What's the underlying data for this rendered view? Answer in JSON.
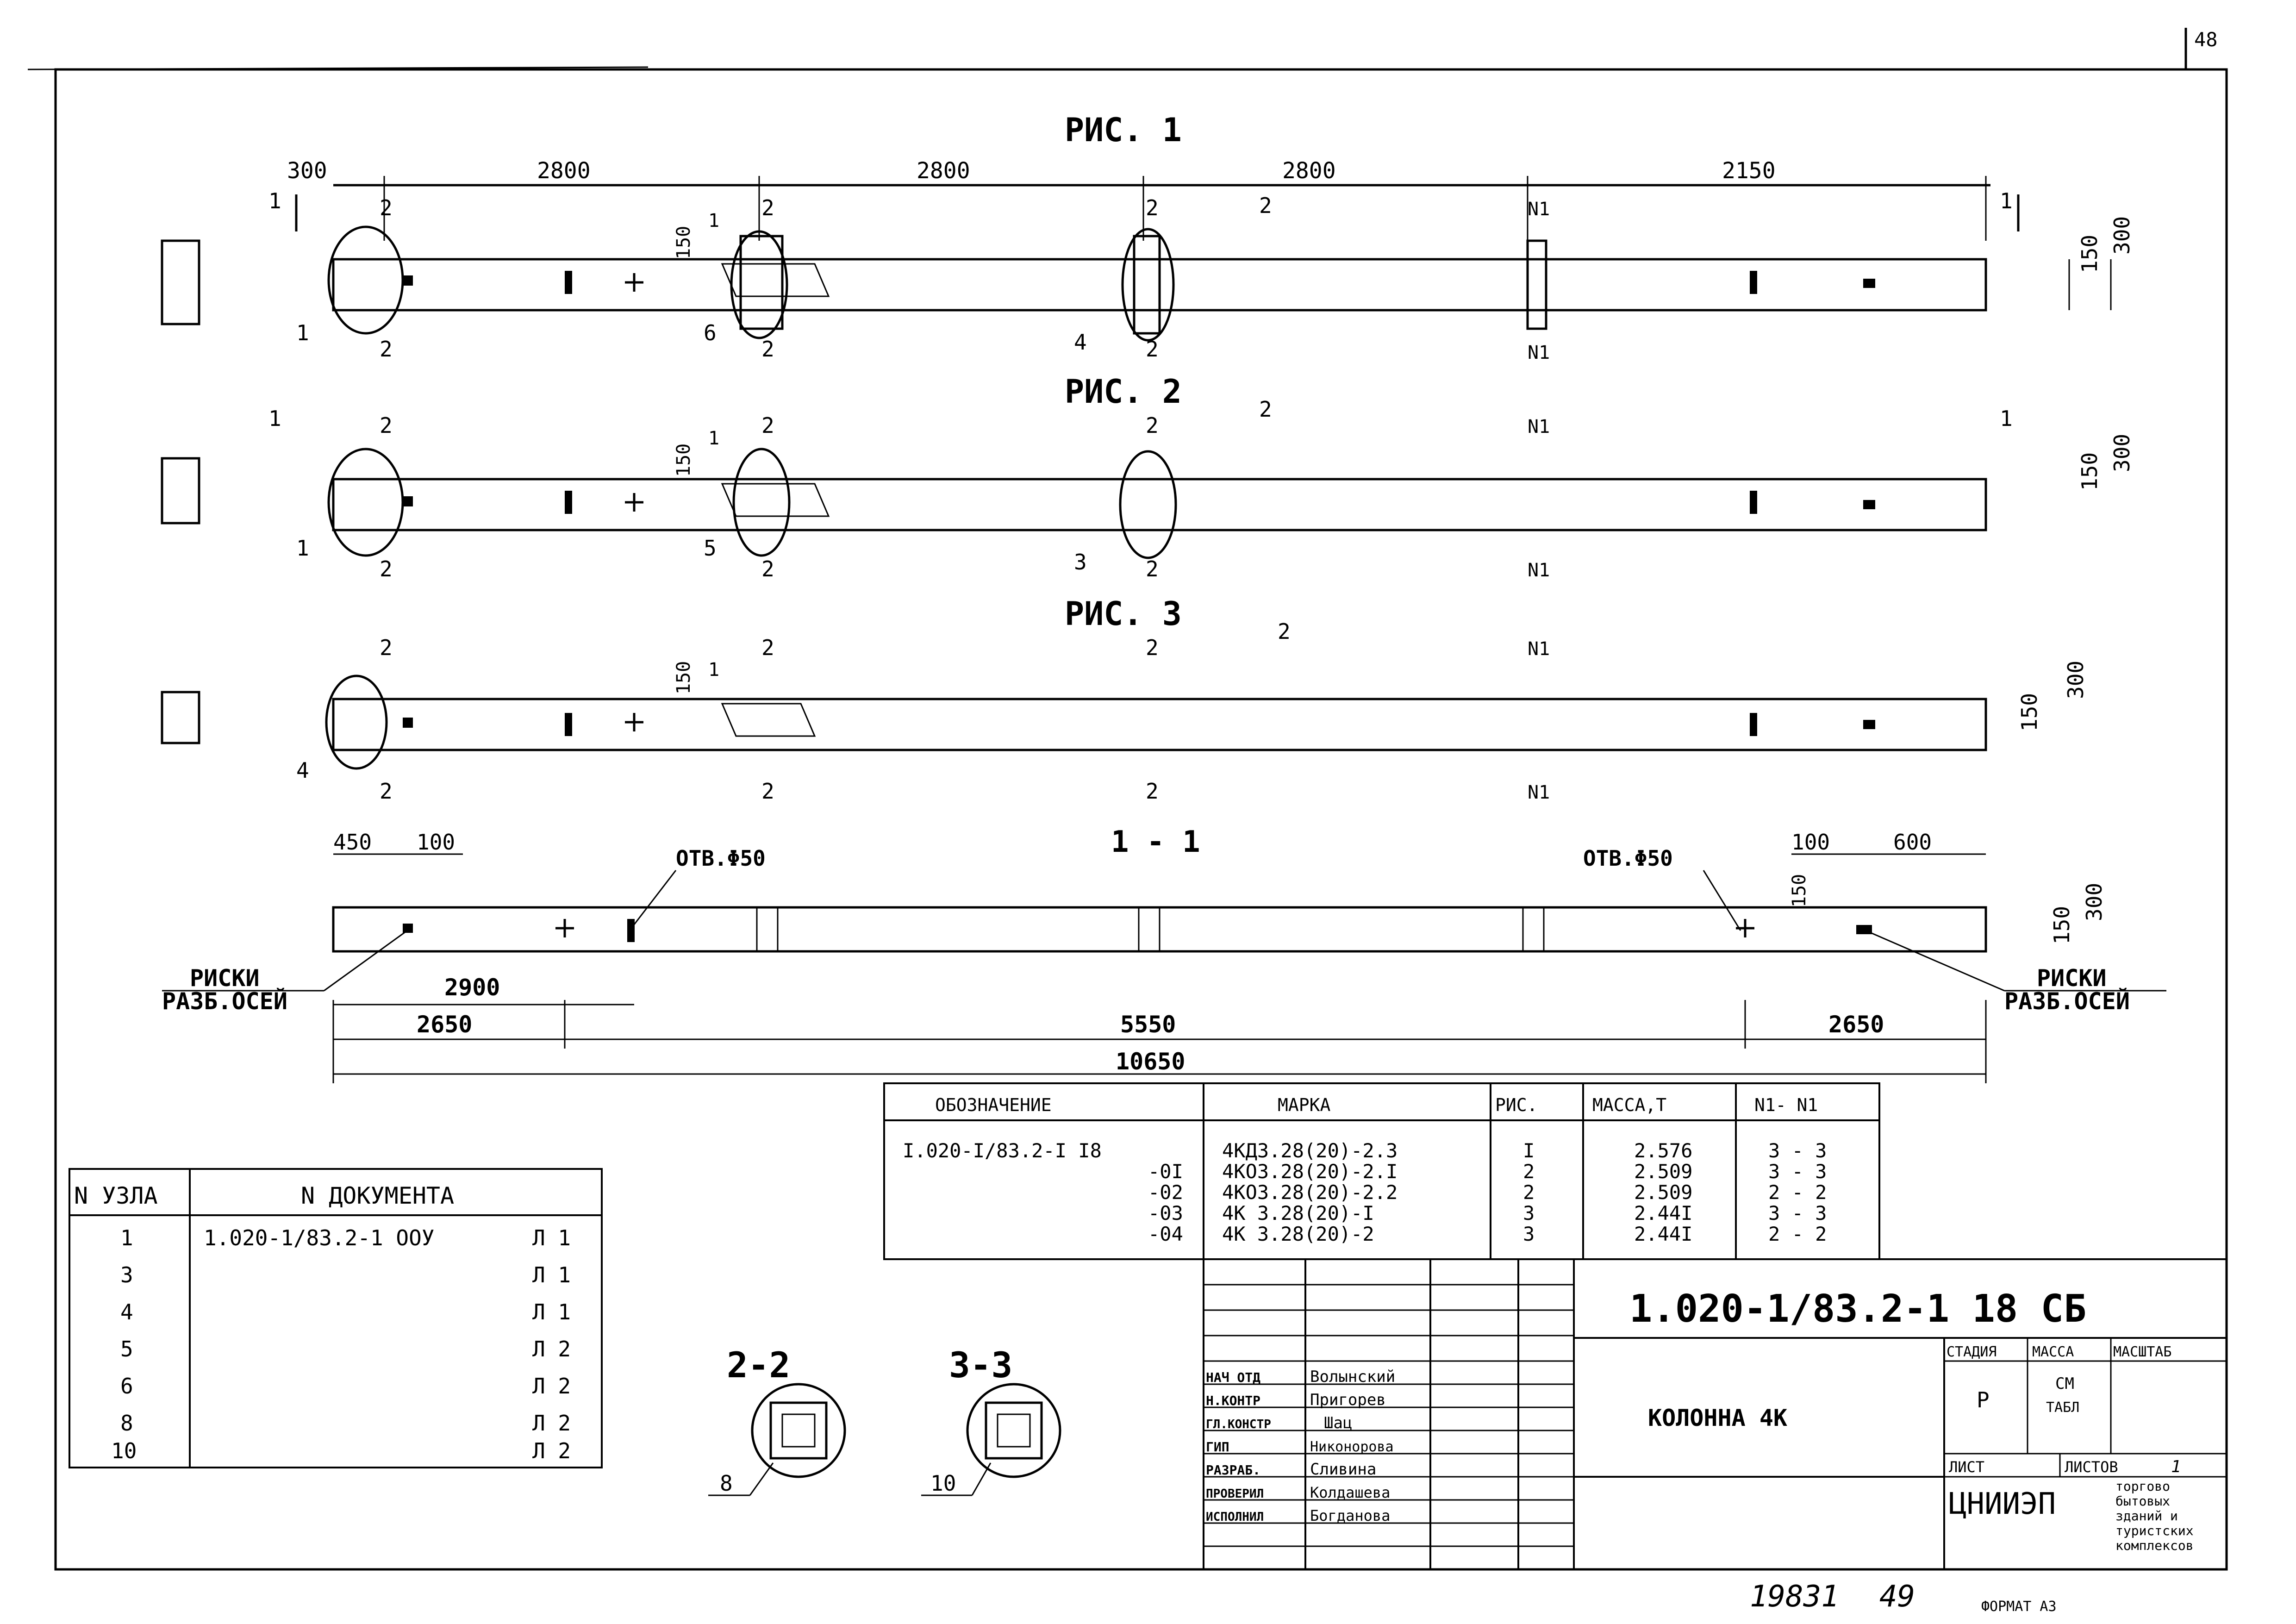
{
  "sheet": {
    "page_number": "48",
    "bottom_left_number": "19831",
    "bottom_right_number": "49",
    "format_label": "ФОРМАТ А3"
  },
  "figures": {
    "fig1_title": "РИС. 1",
    "fig2_title": "РИС. 2",
    "fig3_title": "РИС. 3"
  },
  "labels": {
    "section_1_1": "1 - 1",
    "cut_1": "1",
    "cut_2": "2",
    "cut_n1": "N1",
    "pos_1": "1",
    "pos_2": "2",
    "pos_3": "3",
    "pos_4": "4",
    "pos_5": "5",
    "pos_6": "6",
    "hole": "ОТВ.Φ50",
    "marks_l1": "РИСКИ",
    "marks_l2": "РАЗБ.ОСЕЙ",
    "section_2_2": "2-2",
    "section_3_3": "3-3",
    "node_8": "8",
    "node_10": "10"
  },
  "dims": {
    "d300": "300",
    "d2800": "2800",
    "d2150": "2150",
    "d150": "150",
    "d450": "450",
    "d100": "100",
    "d600": "600",
    "d2900": "2900",
    "d2650": "2650",
    "d5550": "5550",
    "d10650": "10650"
  },
  "spec_table": {
    "headers": [
      "ОБОЗНАЧЕНИЕ",
      "МАРКА",
      "РИС.",
      "МАССА,Т",
      "N1- N1"
    ],
    "rows": [
      [
        "I.020-I/83.2-I I8",
        "4КД3.28(20)-2.3",
        "I",
        "2.576",
        "3 - 3"
      ],
      [
        "-0I",
        "4КО3.28(20)-2.I",
        "2",
        "2.509",
        "3 - 3"
      ],
      [
        "-02",
        "4КО3.28(20)-2.2",
        "2",
        "2.509",
        "2 - 2"
      ],
      [
        "-03",
        "4К 3.28(20)-I",
        "3",
        "2.44I",
        "3 - 3"
      ],
      [
        "-04",
        "4К 3.28(20)-2",
        "3",
        "2.44I",
        "2 - 2"
      ]
    ]
  },
  "node_table": {
    "headers": [
      "N УЗЛА",
      "N ДОКУМЕНТА"
    ],
    "rows": [
      [
        "1",
        "1.020-1/83.2-1 ООУ",
        "Л 1"
      ],
      [
        "3",
        "",
        "Л 1"
      ],
      [
        "4",
        "",
        "Л 1"
      ],
      [
        "5",
        "",
        "Л 2"
      ],
      [
        "6",
        "",
        "Л 2"
      ],
      [
        "8",
        "",
        "Л 2"
      ],
      [
        "10",
        "",
        "Л 2"
      ]
    ]
  },
  "title_block": {
    "doc_code": "1.020-1/83.2-1 18 СБ",
    "title": "КОЛОННА 4К",
    "stage_label": "СТАДИЯ",
    "mass_label": "МАССА",
    "scale_label": "МАСШТАБ",
    "stage_value": "Р",
    "mass_value_1": "СМ",
    "mass_value_2": "ТАБЛ",
    "sheet_label": "ЛИСТ",
    "sheets_label": "ЛИСТОВ",
    "sheets_value": "1",
    "org": "ЦНИИЭП",
    "org_desc": [
      "торгово",
      "бытовых",
      "зданий и",
      "туристских",
      "комплексов"
    ],
    "signatures": [
      {
        "role": "НАЧ ОТД",
        "name": "Волынский"
      },
      {
        "role": "Н.КОНТР",
        "name": "Пригорев"
      },
      {
        "role": "ГЛ.КОНСТР",
        "name": "Шац"
      },
      {
        "role": "ГИП",
        "name": "Никонорова"
      },
      {
        "role": "РАЗРАБ.",
        "name": "Сливина"
      },
      {
        "role": "ПРОВЕРИЛ",
        "name": "Колдашева"
      },
      {
        "role": "ИСПОЛНИЛ",
        "name": "Богданова"
      }
    ]
  }
}
